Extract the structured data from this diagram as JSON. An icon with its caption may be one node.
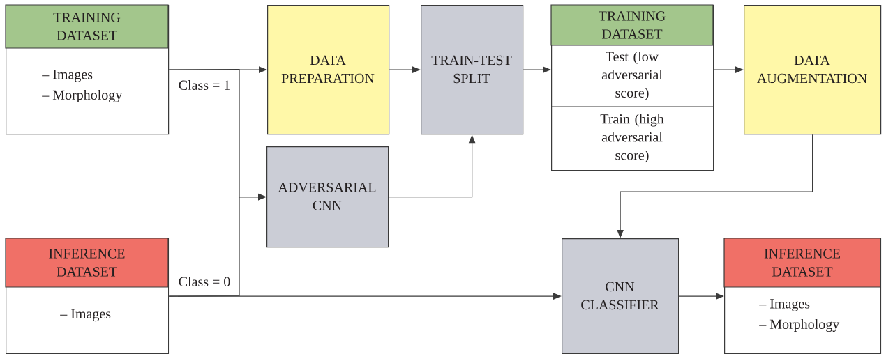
{
  "diagram": {
    "nodes": [
      {
        "text": [
          "TRAINING DATASET",
          "– Images",
          "– Morphology"
        ]
      },
      {
        "text": [
          "DATA PREPARATION"
        ]
      },
      {
        "text": [
          "TRAIN-TEST SPLIT"
        ]
      },
      {
        "text": [
          "TRAINING DATASET",
          "Test (low adversarial score)",
          "Train (high adversarial score)"
        ]
      },
      {
        "text": [
          "DATA AUGMENTATION"
        ]
      },
      {
        "text": [
          "ADVERSARIAL CNN"
        ]
      },
      {
        "text": [
          "INFERENCE DATASET",
          "– Images"
        ]
      },
      {
        "text": [
          "CNN CLASSIFIER"
        ]
      },
      {
        "text": [
          "INFERENCE DATASET",
          "– Images",
          "– Morphology"
        ]
      }
    ],
    "edges": [
      {
        "from": 0,
        "to": 1,
        "arrow": "to",
        "label": "Class = 1"
      },
      {
        "from": 0,
        "to": 5,
        "arrow": "to"
      },
      {
        "from": 6,
        "to": 5,
        "arrow": "to"
      },
      {
        "from": 6,
        "to": 7,
        "arrow": "to",
        "label": "Class = 0"
      },
      {
        "from": 1,
        "to": 2,
        "arrow": "to"
      },
      {
        "from": 5,
        "to": 2,
        "arrow": "to"
      },
      {
        "from": 2,
        "to": 3,
        "arrow": "to"
      },
      {
        "from": 3,
        "to": 4,
        "arrow": "to"
      },
      {
        "from": 4,
        "to": 7,
        "arrow": "to"
      },
      {
        "from": 7,
        "to": 8,
        "arrow": "to"
      }
    ]
  }
}
